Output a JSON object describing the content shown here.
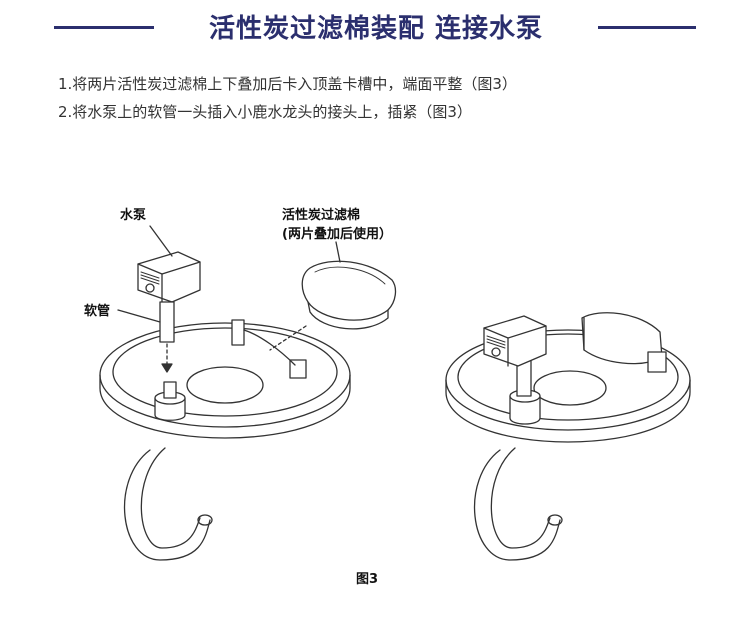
{
  "header": {
    "title": "活性炭过滤棉装配 连接水泵"
  },
  "steps": [
    "1.将两片活性炭过滤棉上下叠加后卡入顶盖卡槽中，端面平整（图3）",
    "2.将水泵上的软管一头插入小鹿水龙头的接头上，插紧（图3）"
  ],
  "figure": {
    "label_pump": "水泵",
    "label_hose": "软管",
    "label_filter_line1": "活性炭过滤棉",
    "label_filter_line2": "(两片叠加后使用）",
    "caption": "图3"
  },
  "colors": {
    "accent": "#2b2f6e",
    "line": "#333333"
  }
}
